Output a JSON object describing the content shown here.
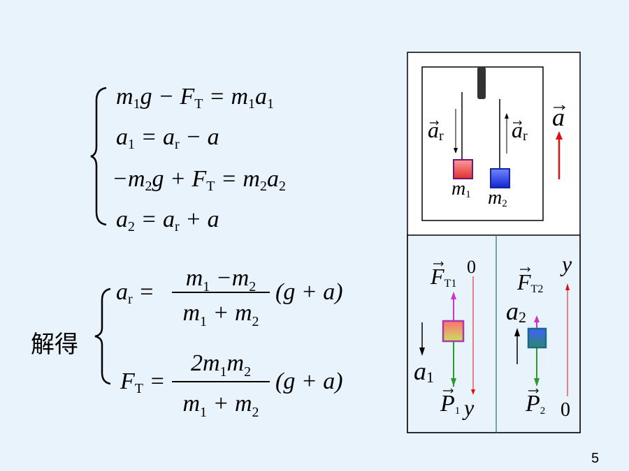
{
  "equations": {
    "system1": [
      "m₁g − F_T = m₁a₁",
      "a₁ = a_r − a",
      "−m₂g + F_T = m₂a₂",
      "a₂ = a_r + a"
    ],
    "solve_label": "解得",
    "ar_lhs": "a_r =",
    "ar_num": "m₁ − m₂",
    "ar_den": "m₁ + m₂",
    "ar_tail": "(g + a)",
    "ft_lhs": "F_T =",
    "ft_num": "2m₁m₂",
    "ft_den": "m₁ + m₂",
    "ft_tail": "(g + a)"
  },
  "diagram": {
    "top_labels": {
      "ar_left": "a_r",
      "ar_right": "a_r",
      "a": "a",
      "m1": "m₁",
      "m2": "m₂"
    },
    "left_panel": {
      "ft": "F_T1",
      "zero": "0",
      "accel": "a₁",
      "weight": "P₁",
      "axis": "y"
    },
    "right_panel": {
      "ft": "F_T2",
      "axis": "y",
      "accel": "a₂",
      "weight": "P₂",
      "zero": "0"
    }
  },
  "colors": {
    "background": "#e9f3fb",
    "mass1": "#f05a5a",
    "mass2": "#1e3cf0",
    "tension": "#cc33cc",
    "weight": "#2a9a2a",
    "accel_arrow": "#e01010"
  },
  "page_number": "5"
}
